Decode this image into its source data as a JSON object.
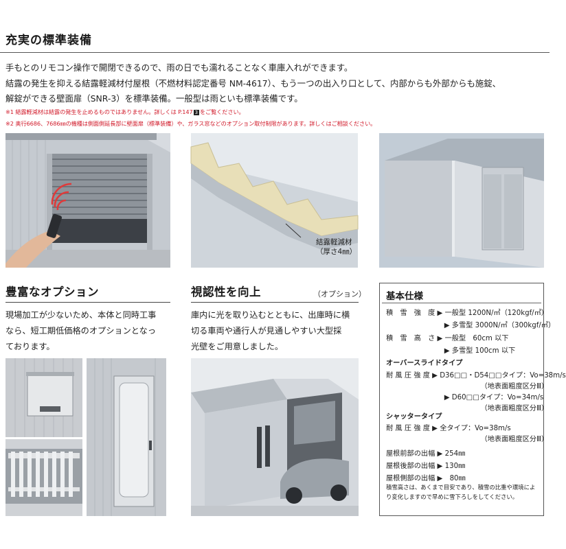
{
  "main": {
    "title": "充実の標準装備",
    "intro": [
      "手もとのリモコン操作で開閉できるので、雨の日でも濡れることなく車庫入れができます。",
      "結露の発生を抑える結露軽減材付屋根（不燃材料認定番号 NM-4617）、もう一つの出入り口として、内部からも外部からも施錠、",
      "解錠ができる壁面扉（SNR-3）を標準装備。一般型は雨といも標準装備です。"
    ],
    "notes": {
      "note1_a": "※1 結露軽減材は結露の発生を止めるものではありません。詳しくは P.147",
      "note1_box": "3",
      "note1_b": "をご覧ください。",
      "note2": "※2 奥行6686、7686㎜の機種は側面側延長部に壁面扉（標準装備）や、ガラス窓などのオプション取付制限があります。詳しくはご相談ください。"
    },
    "photo_label": [
      "結露軽減材",
      "（厚さ4㎜）"
    ]
  },
  "options": {
    "title": "豊富なオプション",
    "body": [
      "現場加工が少ないため、本体と同時工事",
      "なら、短工期低価格のオプションとなっ",
      "ております。"
    ]
  },
  "visibility": {
    "title": "視認性を向上",
    "sub": "（オプション）",
    "body": [
      "庫内に光を取り込むとともに、出庫時に横",
      "切る車両や通行人が見通しやすい大型採",
      "光壁をご用意しました。"
    ]
  },
  "specs": {
    "title": "基本仕様",
    "lines": [
      "積　雪　強　度 ▶ 一般型 1200N/㎡（120kgf/㎡）",
      "　　　　　　　　 ▶ 多雪型 3000N/㎡（300kgf/㎡）",
      "積　雪　高　さ ▶ 一般型　60cm 以下",
      "　　　　　　　　 ▶ 多雪型 100cm 以下",
      "オーバースライドタイプ",
      "耐 風 圧 強 度 ▶ D36□□・D54□□タイプ：Vo=38m/s",
      "　　　　　　　　　　　　　　（地表面粗度区分Ⅲ）",
      "　　　　　　　　 ▶ D60□□タイプ：Vo=34m/s",
      "　　　　　　　　　　　　　　（地表面粗度区分Ⅲ）",
      "シャッタータイプ",
      "耐 風 圧 強 度 ▶ 全タイプ：Vo=38m/s",
      "　　　　　　　　　　　　　　（地表面粗度区分Ⅲ）",
      "屋根前部の出幅 ▶ 254㎜",
      "屋根後部の出幅 ▶ 130㎜",
      "屋根側部の出幅 ▶　80㎜"
    ],
    "fine": [
      "積雪高さは、あくまで目安であり、積雪の比重や環境によ",
      "り変化しますので早めに雪下ろしをしてください。"
    ]
  },
  "colors": {
    "accent_red": "#d11a2a",
    "remote_red": "#e03a3a",
    "roof_cream": "#e8dfb8",
    "wall_gray": "#c8ccd1"
  }
}
